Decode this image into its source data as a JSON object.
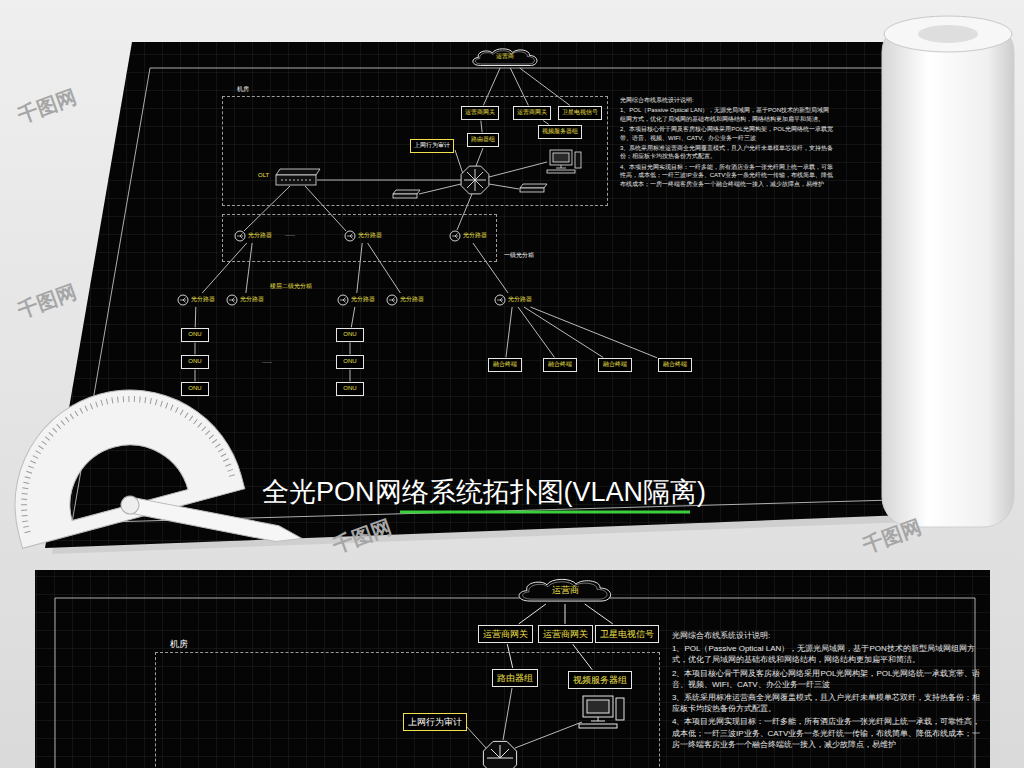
{
  "diagram": {
    "title": "全光PON网络系统拓扑图(VLAN隔离)",
    "nodes": [
      {
        "text": [
          "运营商"
        ]
      },
      {
        "text": [
          "机房"
        ]
      },
      {
        "text": [
          "运营商网关"
        ],
        "in": 1
      },
      {
        "text": [
          "运营商网关"
        ],
        "in": 1
      },
      {
        "text": [
          "卫星电视信号"
        ],
        "in": 1
      },
      {
        "text": [
          "路由器组"
        ],
        "in": 1
      },
      {
        "text": [
          "视频服务器组"
        ],
        "in": 1
      },
      {
        "text": [
          "上网行为审计"
        ],
        "in": 1
      },
      {
        "text": [
          "一级光分箱"
        ]
      },
      {
        "text": [
          "光分路器"
        ],
        "in": 8
      },
      {
        "text": [
          "光分路器"
        ],
        "in": 8
      },
      {
        "text": [
          "光分路器"
        ],
        "in": 8
      },
      {
        "text": [
          "光分路器"
        ]
      },
      {
        "text": [
          "光分路器"
        ]
      },
      {
        "text": [
          "光分路器"
        ]
      },
      {
        "text": [
          "光分路器"
        ]
      },
      {
        "text": [
          "光分路器"
        ]
      },
      {
        "text": [
          "ONU"
        ]
      },
      {
        "text": [
          "ONU"
        ]
      },
      {
        "text": [
          "ONU"
        ]
      },
      {
        "text": [
          "ONU"
        ]
      },
      {
        "text": [
          "ONU"
        ]
      },
      {
        "text": [
          "ONU"
        ]
      },
      {
        "text": [
          "融合终端"
        ]
      },
      {
        "text": [
          "融合终端"
        ]
      },
      {
        "text": [
          "融合终端"
        ]
      },
      {
        "text": [
          "融合终端"
        ]
      },
      {
        "text": [
          "运营商"
        ]
      },
      {
        "text": [
          "机房"
        ]
      },
      {
        "text": [
          "运营商网关"
        ]
      },
      {
        "text": [
          "运营商网关"
        ]
      },
      {
        "text": [
          "卫星电视信号"
        ]
      },
      {
        "text": [
          "路由器组"
        ],
        "in": 28
      },
      {
        "text": [
          "视频服务器组"
        ],
        "in": 28
      },
      {
        "text": [
          "上网行为审计"
        ],
        "in": 28
      }
    ],
    "edges": [
      {
        "from": 0,
        "to": 2,
        "arrow": "none"
      },
      {
        "from": 0,
        "to": 3,
        "arrow": "none"
      },
      {
        "from": 0,
        "to": 4,
        "arrow": "none"
      },
      {
        "from": 2,
        "to": 5,
        "arrow": "none"
      },
      {
        "from": 3,
        "to": 6,
        "arrow": "none"
      },
      {
        "from": 9,
        "to": 12,
        "arrow": "none"
      },
      {
        "from": 9,
        "to": 13,
        "arrow": "none"
      },
      {
        "from": 10,
        "to": 14,
        "arrow": "none"
      },
      {
        "from": 10,
        "to": 15,
        "arrow": "none"
      },
      {
        "from": 11,
        "to": 16,
        "arrow": "none"
      },
      {
        "from": 12,
        "to": 17,
        "arrow": "none"
      },
      {
        "from": 17,
        "to": 18,
        "arrow": "none"
      },
      {
        "from": 18,
        "to": 19,
        "arrow": "none"
      },
      {
        "from": 14,
        "to": 20,
        "arrow": "none"
      },
      {
        "from": 20,
        "to": 21,
        "arrow": "none"
      },
      {
        "from": 21,
        "to": 22,
        "arrow": "none"
      },
      {
        "from": 16,
        "to": 23,
        "arrow": "none"
      },
      {
        "from": 16,
        "to": 24,
        "arrow": "none"
      },
      {
        "from": 16,
        "to": 25,
        "arrow": "none"
      },
      {
        "from": 16,
        "to": 26,
        "arrow": "none"
      },
      {
        "from": 27,
        "to": 29,
        "arrow": "none"
      },
      {
        "from": 27,
        "to": 30,
        "arrow": "none"
      },
      {
        "from": 27,
        "to": 31,
        "arrow": "none"
      },
      {
        "from": 29,
        "to": 32,
        "arrow": "none"
      },
      {
        "from": 30,
        "to": 33,
        "arrow": "none"
      }
    ],
    "labels": [
      "全光PON网络系统拓扑图(VLAN隔离)",
      "......",
      "楼层二级光分箱",
      "......",
      "OLT",
      "光网综合布线系统设计说明:",
      "1、POL（Passive Optical LAN），无源光局域网，基于PON技术的新型局域网组网方式，优化了局域网的基础布线和网络结构，网络结构更加扁平和简洁。",
      "2、本项目核心骨干网及客房核心网络采用POL光网构架，POL光网络统一承载宽带、语音、视频、WIFI、CATV、办公业务一纤三波",
      "3、系统采用标准运营商全光网覆盖模式，且入户光纤未单模单芯双纤，支持热备份；相应板卡均按热备份方式配置。",
      "4、本项目光网实现目标：一纤多能，所有酒店业务一张光纤网上统一承载，可靠性高，成本低；一纤三波IP业务、CATV业务一条光纤统一传输，布线简单、降低布线成本；一房一终端客房业务一个融合终端统一接入，减少故障点，易维护",
      "光网综合布线系统设计说明:",
      "1、POL（Passive Optical LAN），无源光局域网，基于PON技术的新型局域网组网方式，优化了局域网的基础布线和网络结构，网络结构更加扁平和简洁。",
      "2、本项目核心骨干网及客房核心网络采用POL光网构架，POL光网络统一承载宽带、语音、视频、WIFI、CATV、办公业务一纤三波",
      "3、系统采用标准运营商全光网覆盖模式，且入户光纤未单模单芯双纤，支持热备份；相应板卡均按热备份方式配置。",
      "4、本项目光网实现目标：一纤多能，所有酒店业务一张光纤网上统一承载，可靠性高，成本低；一纤三波IP业务、CATV业务一条光纤统一传输，布线简单、降低布线成本；一房一终端客房业务一个融合终端统一接入，减少故障点，易维护",
      "千图网",
      "千图网",
      "千图网",
      "千图网"
    ]
  }
}
